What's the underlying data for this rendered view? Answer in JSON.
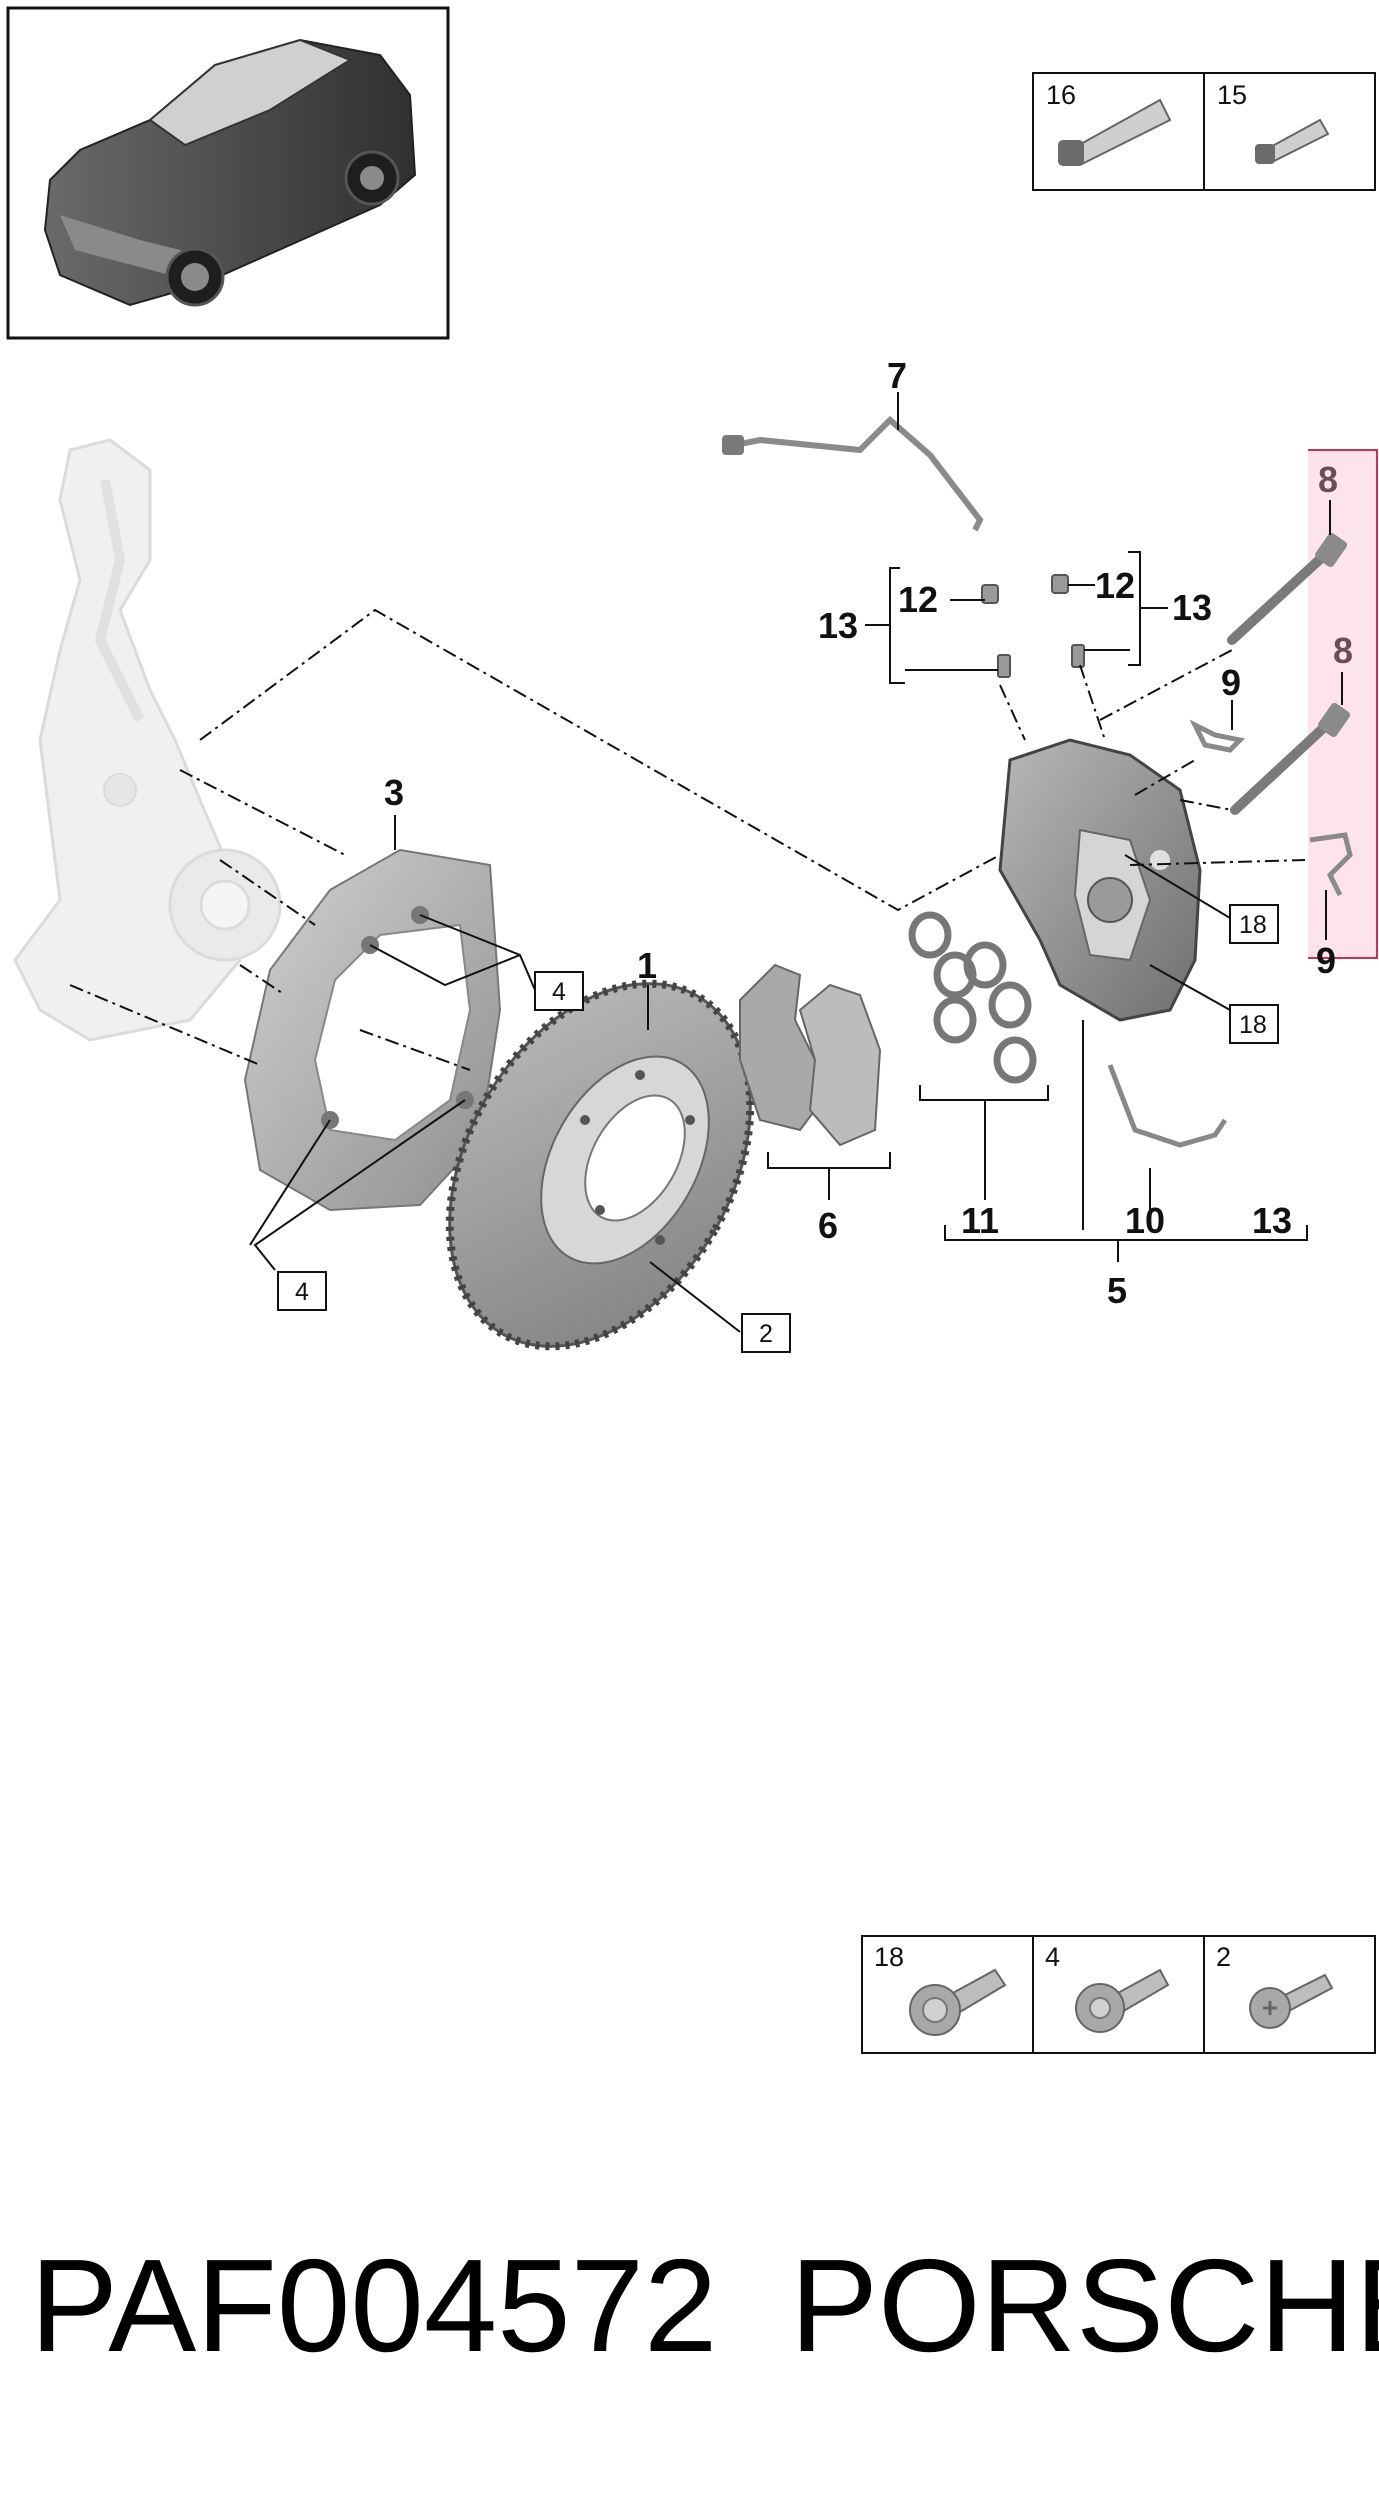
{
  "callouts": {
    "disc": "1",
    "shield": "3",
    "pads": "6",
    "sensor": "7",
    "bolt_a": "8",
    "bolt_b": "8",
    "clip_a": "9",
    "clip_b": "9",
    "caliper": "5",
    "seals": "11",
    "brake_line": "10",
    "bleeder_group": "13",
    "bleeder_left": "13",
    "bleeder_right": "13",
    "cap_left": "12",
    "cap_right": "12"
  },
  "boxed_refs": {
    "shield_screw_a": "4",
    "shield_screw_b": "4",
    "disc_screw": "2",
    "caliper_screw_a": "18",
    "caliper_screw_b": "18"
  },
  "legend_top": [
    {
      "number": "16",
      "icon": "grease-tube-large-icon"
    },
    {
      "number": "15",
      "icon": "grease-tube-small-icon"
    }
  ],
  "legend_bottom": [
    {
      "number": "18",
      "icon": "torx-flange-bolt-icon"
    },
    {
      "number": "4",
      "icon": "flange-screw-icon"
    },
    {
      "number": "2",
      "icon": "countersunk-screw-icon"
    }
  ],
  "footer": {
    "part_number": "PAF004572",
    "brand": "PORSCHE"
  },
  "colors": {
    "highlight_fill": "#fde4ea",
    "highlight_stroke": "#c8324f",
    "part_gray": "#9a9a9a",
    "knuckle_gray": "#e6e6e6"
  }
}
